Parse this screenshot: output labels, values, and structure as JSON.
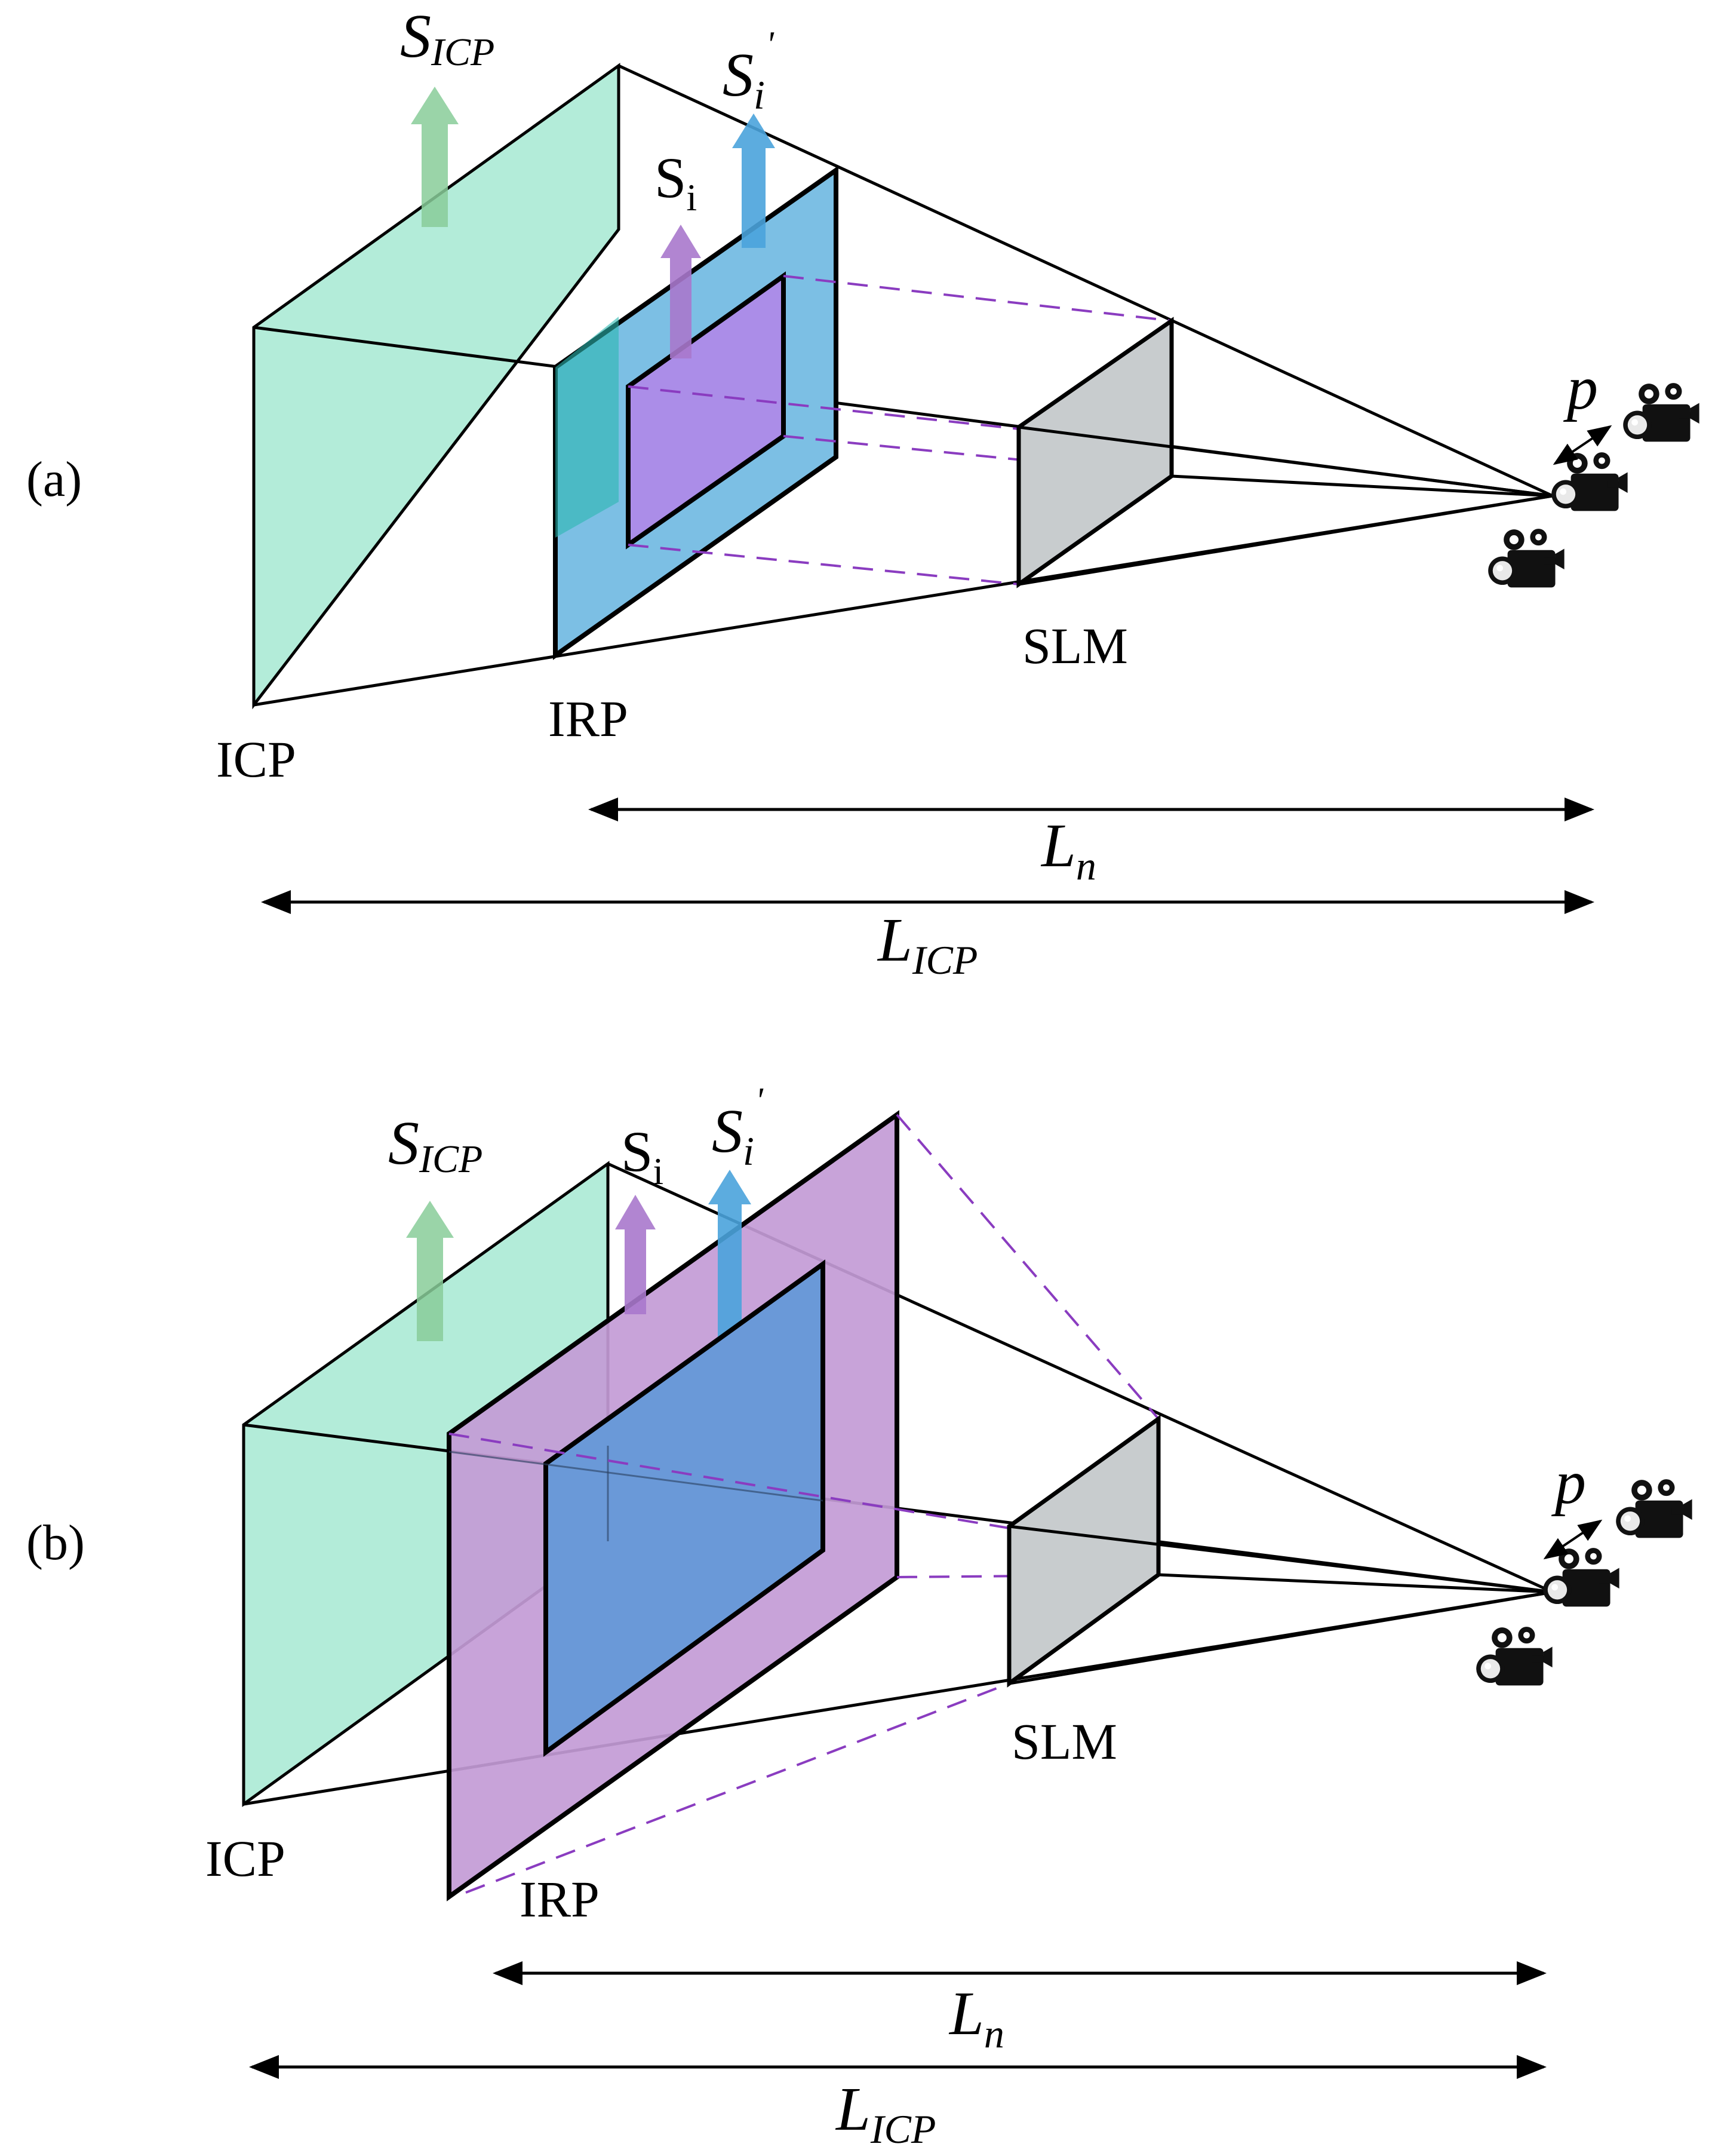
{
  "panel_a": {
    "tag": "(a)",
    "labels": {
      "icp": "ICP",
      "irp": "IRP",
      "slm": "SLM"
    },
    "arrows": {
      "s_icp": {
        "base": "S",
        "sub": "ICP"
      },
      "s_i": {
        "base": "S",
        "sub": "i"
      },
      "s_i_prime": {
        "base": "S",
        "sub": "i",
        "sup": "'"
      }
    },
    "pitch": "p",
    "ln": {
      "base": "L",
      "sub": "n"
    },
    "licp": {
      "base": "L",
      "sub": "ICP"
    }
  },
  "panel_b": {
    "tag": "(b)",
    "labels": {
      "icp": "ICP",
      "irp": "IRP",
      "slm": "SLM"
    },
    "arrows": {
      "s_icp": {
        "base": "S",
        "sub": "ICP"
      },
      "s_i": {
        "base": "S",
        "sub": "i"
      },
      "s_i_prime": {
        "base": "S",
        "sub": "i",
        "sup": "'"
      }
    },
    "pitch": "p",
    "ln": {
      "base": "L",
      "sub": "n"
    },
    "licp": {
      "base": "L",
      "sub": "ICP"
    }
  },
  "colors": {
    "icp_plane": "#b3ecd9",
    "irp_plane_a": "#7cbfe4",
    "image_a": "#ab8de8",
    "irp_plane_b": "#c39bd6",
    "image_b": "#6a99d8",
    "slm": "#c8ccce",
    "arrow_green": "#88cc99",
    "arrow_purple": "#a878cc",
    "arrow_blue": "#4aa3dc",
    "dashed": "#8a3cc0"
  }
}
